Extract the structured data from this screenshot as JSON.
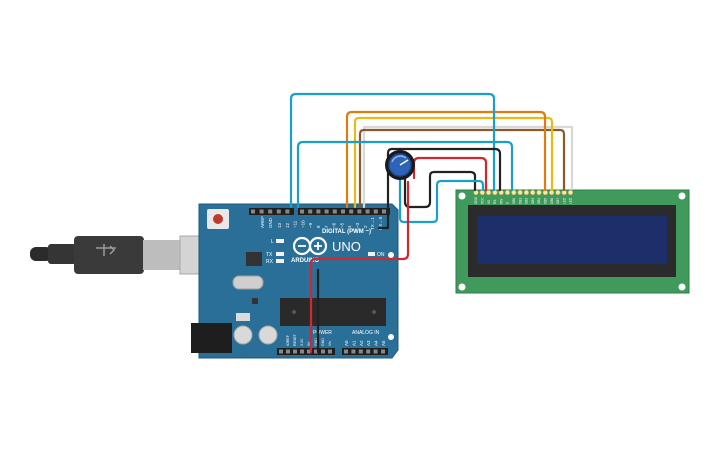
{
  "board": {
    "brand": "ARDUINO",
    "model": "UNO",
    "digital_label": "DIGITAL (PWM ~)",
    "analog_label": "ANALOG IN",
    "power_label": "POWER",
    "on_label": "ON",
    "l_label": "L",
    "tx_label": "TX",
    "rx_label": "RX",
    "aref_label": "AREF",
    "gnd_label": "GND",
    "tx_pin_label": "TX→1",
    "rx_pin_label": "RX←0",
    "digital_pins": [
      "13",
      "12",
      "~11",
      "~10",
      "~9",
      "8",
      "7",
      "~6",
      "~5",
      "4",
      "~3",
      "2"
    ],
    "analog_pins": [
      "A0",
      "A1",
      "A2",
      "A3",
      "A4",
      "A5"
    ],
    "power_pins": [
      "IOREF",
      "RESET",
      "3.3V",
      "5V",
      "GND",
      "GND",
      "Vin"
    ]
  },
  "lcd": {
    "pin_labels": [
      "GND",
      "VCC",
      "V0",
      "RS",
      "RW",
      "E",
      "DB0",
      "DB1",
      "DB2",
      "DB3",
      "DB4",
      "DB5",
      "DB6",
      "DB7",
      "LED",
      "LED"
    ]
  },
  "colors": {
    "board": "#2a6f97",
    "lcd_pcb": "#3f9a5c",
    "lcd_screen": "#1c2f6b",
    "wire_blue": "#1aa0c8",
    "wire_orange": "#e07b12",
    "wire_yellow": "#e8bb14",
    "wire_brown": "#8a5a2b",
    "wire_black": "#222222",
    "wire_red": "#d0282e",
    "wire_white": "#d8d8d8"
  }
}
